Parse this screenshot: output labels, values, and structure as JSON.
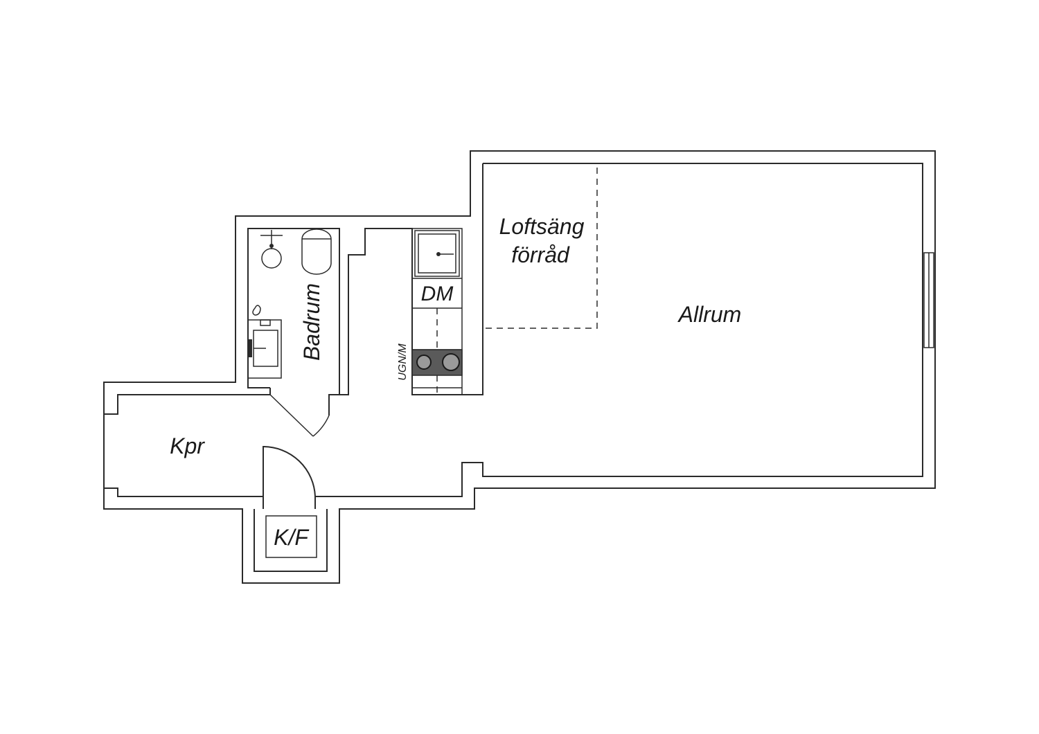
{
  "rooms": {
    "allrum": "Allrum",
    "loft_line1": "Loftsäng",
    "loft_line2": "förråd",
    "badrum": "Badrum",
    "kpr": "Kpr",
    "kf": "K/F",
    "dm": "DM",
    "ugn": "UGN/M"
  }
}
